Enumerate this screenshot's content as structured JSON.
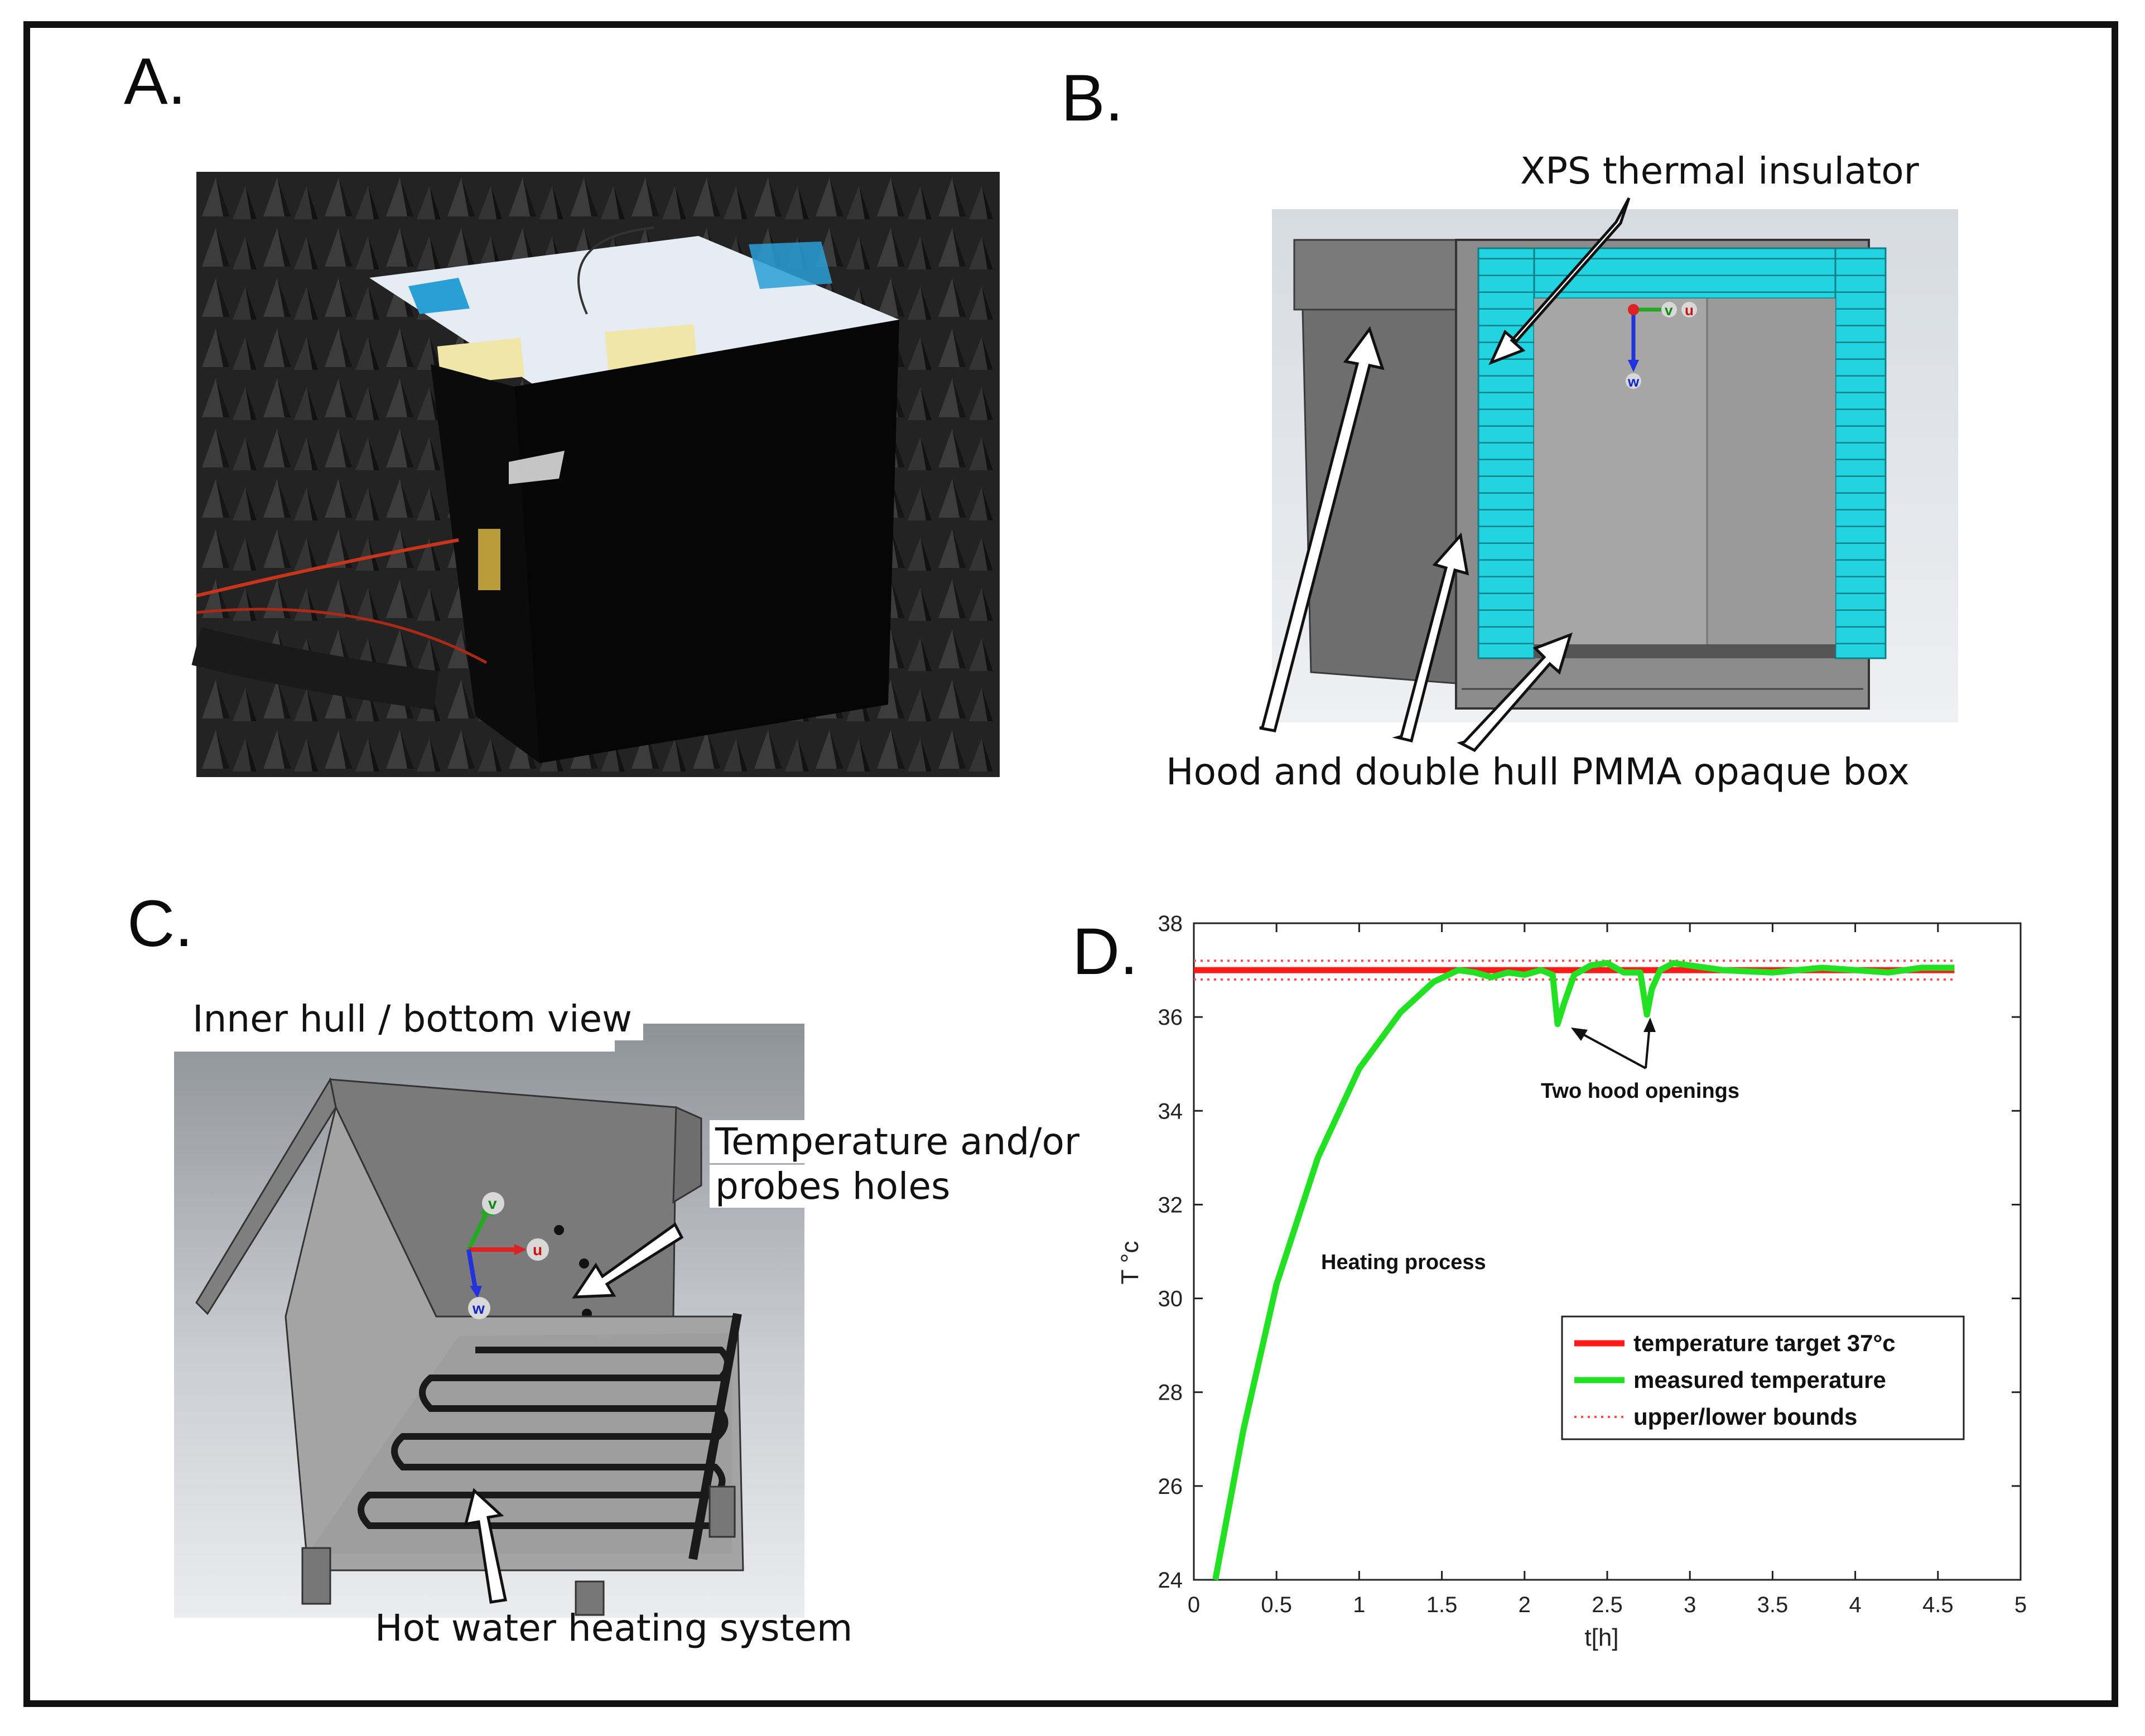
{
  "panels": {
    "a": {
      "label": "A."
    },
    "b": {
      "label": "B.",
      "annotations": {
        "xps": "XPS thermal insulator",
        "hood": "Hood and double hull PMMA opaque box"
      },
      "axis_labels": {
        "v": "v",
        "u": "u",
        "w": "w"
      }
    },
    "c": {
      "label": "C.",
      "annotations": {
        "inner_hull": "Inner hull / bottom view",
        "probes_line1": "Temperature and/or",
        "probes_line2": "probes holes",
        "heating": "Hot water heating system"
      },
      "axis_labels": {
        "v": "v",
        "u": "u",
        "w": "w"
      }
    },
    "d": {
      "label": "D."
    }
  },
  "colors": {
    "target": "#ff1a1a",
    "measured": "#22e022",
    "bounds": "#ff4d4d",
    "xps": "#22d3e0"
  },
  "chart_data": {
    "type": "line",
    "xlabel": "t[h]",
    "ylabel": "T °c",
    "xlim": [
      0,
      5
    ],
    "ylim": [
      24,
      38
    ],
    "xticks": [
      "0",
      "0.5",
      "1",
      "1.5",
      "2",
      "2.5",
      "3",
      "3.5",
      "4",
      "4.5",
      "5"
    ],
    "yticks": [
      "24",
      "26",
      "28",
      "30",
      "32",
      "34",
      "36",
      "38"
    ],
    "grid": false,
    "legend_position": "lower-right",
    "annotations": {
      "openings": "Two hood openings",
      "heating": "Heating process"
    },
    "series": [
      {
        "name": "temperature target 37°c",
        "style": "solid-thick",
        "x": [
          0,
          4.6
        ],
        "y": [
          37,
          37
        ]
      },
      {
        "name": "measured temperature",
        "style": "solid-thick",
        "x": [
          0.13,
          0.3,
          0.5,
          0.75,
          1.0,
          1.25,
          1.45,
          1.6,
          1.7,
          1.8,
          1.9,
          2.0,
          2.1,
          2.17,
          2.2,
          2.24,
          2.3,
          2.4,
          2.5,
          2.6,
          2.7,
          2.74,
          2.77,
          2.82,
          2.9,
          3.0,
          3.2,
          3.5,
          3.8,
          4.0,
          4.2,
          4.4,
          4.6
        ],
        "y": [
          24.0,
          27.2,
          30.3,
          33.0,
          34.9,
          36.1,
          36.75,
          37.0,
          36.95,
          36.85,
          36.95,
          36.9,
          37.0,
          36.9,
          35.85,
          36.3,
          36.9,
          37.1,
          37.15,
          36.95,
          36.95,
          36.05,
          36.6,
          37.0,
          37.15,
          37.1,
          37.0,
          36.95,
          37.05,
          37.0,
          36.95,
          37.05,
          37.05
        ]
      },
      {
        "name": "upper/lower bounds",
        "style": "dotted",
        "x": [
          0,
          4.6
        ],
        "y_upper": [
          37.2,
          37.2
        ],
        "y_lower": [
          36.8,
          36.8
        ]
      }
    ]
  }
}
